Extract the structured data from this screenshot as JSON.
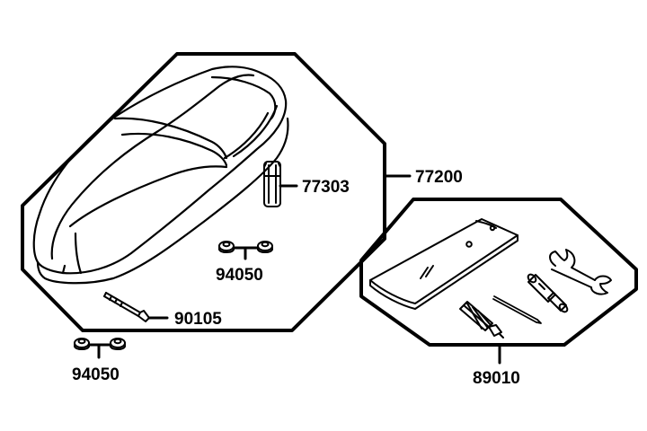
{
  "parts": {
    "seat_assembly": "77200",
    "helmet_holder": "77303",
    "nut_upper": "94050",
    "bolt": "90105",
    "nut_lower": "94050",
    "tool_kit": "89010"
  },
  "colors": {
    "ink": "#000000",
    "paper": "#ffffff"
  }
}
